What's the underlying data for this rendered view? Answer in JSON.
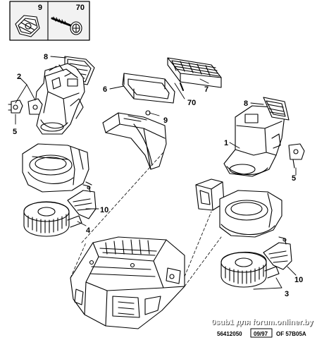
{
  "legend_box": {
    "left_label": "9",
    "right_label": "70"
  },
  "callouts": [
    "1",
    "2",
    "3",
    "4",
    "5",
    "5",
    "6",
    "7",
    "8",
    "8",
    "9",
    "10",
    "10",
    "70"
  ],
  "watermark": "0sub1 для forum.onliner.by",
  "footer": {
    "ref": "56412050",
    "date": "09/97",
    "code": "OF 57B05A"
  },
  "colors": {
    "line": "#000000",
    "background": "#ffffff",
    "legend_fill": "#f2f2f2",
    "watermark_shadow": "#555555"
  }
}
